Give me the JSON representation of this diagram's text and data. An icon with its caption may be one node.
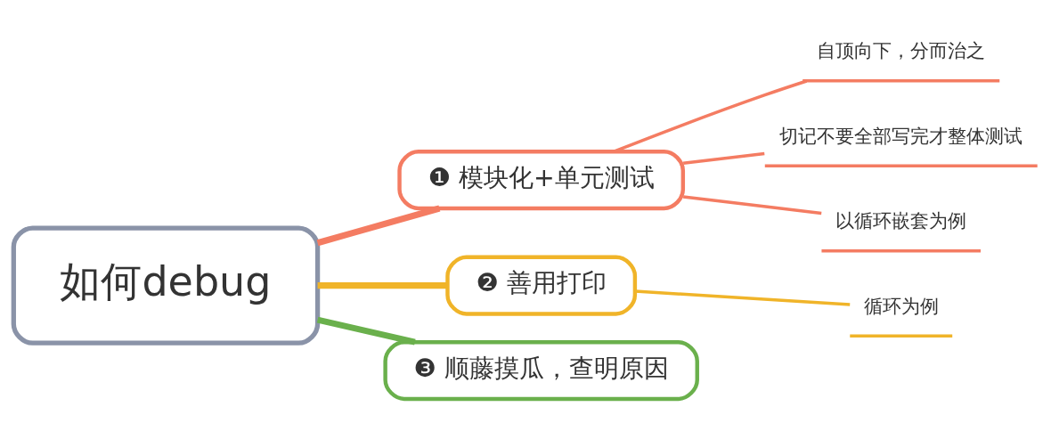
{
  "diagram": {
    "nodes": [
      {
        "text": [
          "如何debug"
        ]
      },
      {
        "text": [
          "❶ 模块化+单元测试"
        ]
      },
      {
        "text": [
          "❷ 善用打印"
        ]
      },
      {
        "text": [
          "❸ 顺藤摸瓜，查明原因"
        ]
      },
      {
        "text": [
          "自顶向下，分而治之"
        ]
      },
      {
        "text": [
          "切记不要全部写完才整体测试"
        ]
      },
      {
        "text": [
          "以循环嵌套为例"
        ]
      },
      {
        "text": [
          "循环为例"
        ]
      }
    ],
    "edges": [
      {
        "from": 0,
        "to": 1,
        "arrow": "none",
        "color": "#f47c62",
        "style": "thick"
      },
      {
        "from": 0,
        "to": 2,
        "arrow": "none",
        "color": "#f0b429",
        "style": "thick"
      },
      {
        "from": 0,
        "to": 3,
        "arrow": "none",
        "color": "#6ab04c",
        "style": "thick"
      },
      {
        "from": 1,
        "to": 4,
        "arrow": "none",
        "color": "#f47c62"
      },
      {
        "from": 1,
        "to": 5,
        "arrow": "none",
        "color": "#f47c62"
      },
      {
        "from": 1,
        "to": 6,
        "arrow": "none",
        "color": "#f47c62"
      },
      {
        "from": 2,
        "to": 7,
        "arrow": "none",
        "color": "#f0b429"
      }
    ]
  }
}
